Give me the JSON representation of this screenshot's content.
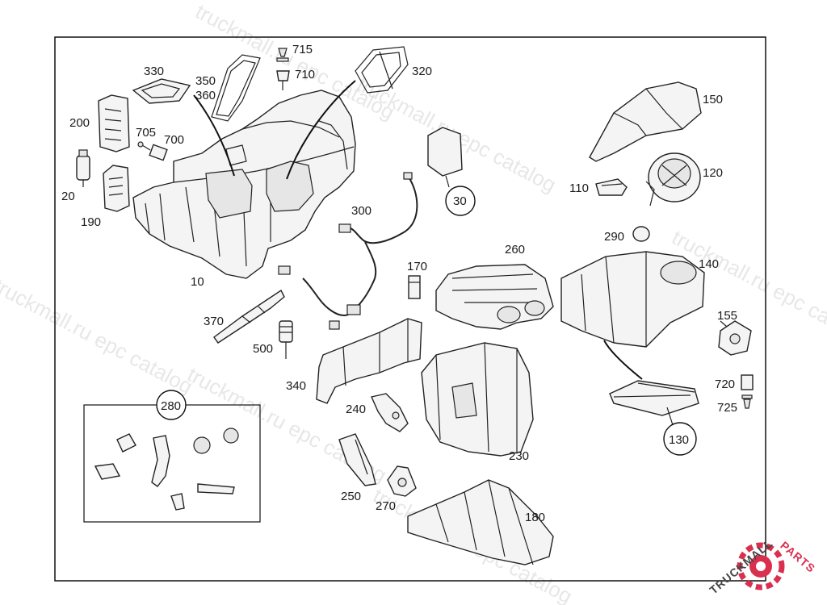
{
  "diagram": {
    "labels": [
      {
        "id": "10",
        "text": "10"
      },
      {
        "id": "20",
        "text": "20"
      },
      {
        "id": "30",
        "text": "30"
      },
      {
        "id": "110",
        "text": "110"
      },
      {
        "id": "120",
        "text": "120"
      },
      {
        "id": "130",
        "text": "130"
      },
      {
        "id": "140",
        "text": "140"
      },
      {
        "id": "150",
        "text": "150"
      },
      {
        "id": "155",
        "text": "155"
      },
      {
        "id": "170",
        "text": "170"
      },
      {
        "id": "180",
        "text": "180"
      },
      {
        "id": "190",
        "text": "190"
      },
      {
        "id": "200",
        "text": "200"
      },
      {
        "id": "230",
        "text": "230"
      },
      {
        "id": "240",
        "text": "240"
      },
      {
        "id": "250",
        "text": "250"
      },
      {
        "id": "260",
        "text": "260"
      },
      {
        "id": "270",
        "text": "270"
      },
      {
        "id": "280",
        "text": "280"
      },
      {
        "id": "290",
        "text": "290"
      },
      {
        "id": "300",
        "text": "300"
      },
      {
        "id": "320",
        "text": "320"
      },
      {
        "id": "330",
        "text": "330"
      },
      {
        "id": "340",
        "text": "340"
      },
      {
        "id": "350",
        "text": "350"
      },
      {
        "id": "360",
        "text": "360"
      },
      {
        "id": "370",
        "text": "370"
      },
      {
        "id": "500",
        "text": "500"
      },
      {
        "id": "700",
        "text": "700"
      },
      {
        "id": "705",
        "text": "705"
      },
      {
        "id": "710",
        "text": "710"
      },
      {
        "id": "715",
        "text": "715"
      },
      {
        "id": "720",
        "text": "720"
      },
      {
        "id": "725",
        "text": "725"
      }
    ]
  },
  "watermark": {
    "text": "truckmall.ru epc catalog"
  },
  "logo": {
    "text_main": "TRUCKMALL",
    "text_accent": "PARTS",
    "accent_color": "#d9304f"
  },
  "colors": {
    "line": "#222222",
    "background": "#ffffff"
  }
}
